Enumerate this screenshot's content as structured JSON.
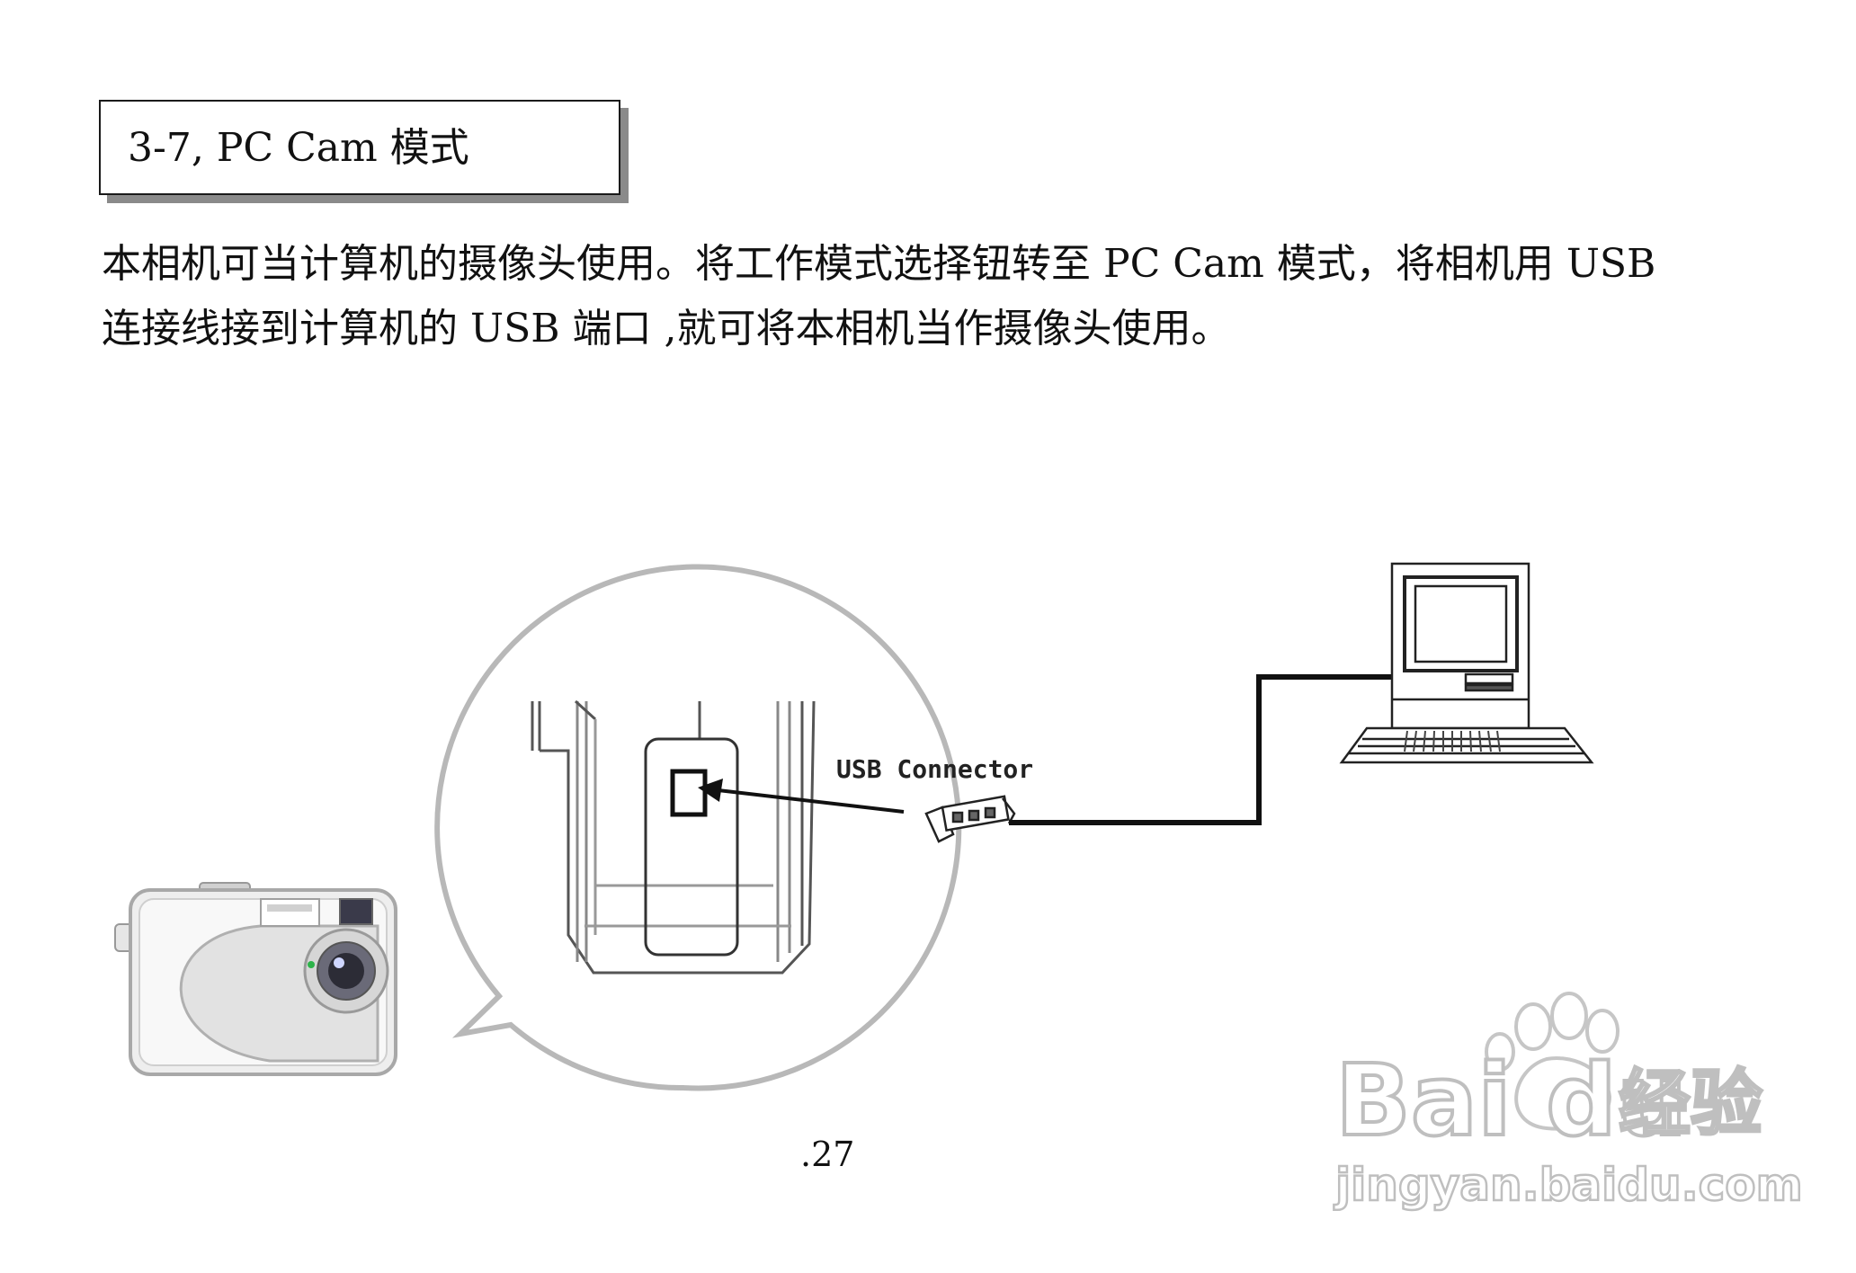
{
  "section": {
    "title": "3-7, PC Cam 模式"
  },
  "body": {
    "line1": "本相机可当计算机的摄像头使用。将工作模式选择钮转至 PC Cam 模式，将相机用 USB",
    "line2": "连接线接到计算机的 USB 端口  ,就可将本相机当作摄像头使用。"
  },
  "diagram": {
    "usb_label": "USB Connector",
    "icons": [
      "camera-icon",
      "zoom-bubble",
      "usb-plug-icon",
      "computer-icon"
    ]
  },
  "page_number": ".27",
  "watermark": {
    "logo": "Bai  du",
    "cn": "经验",
    "url": "jingyan.baidu.com"
  }
}
